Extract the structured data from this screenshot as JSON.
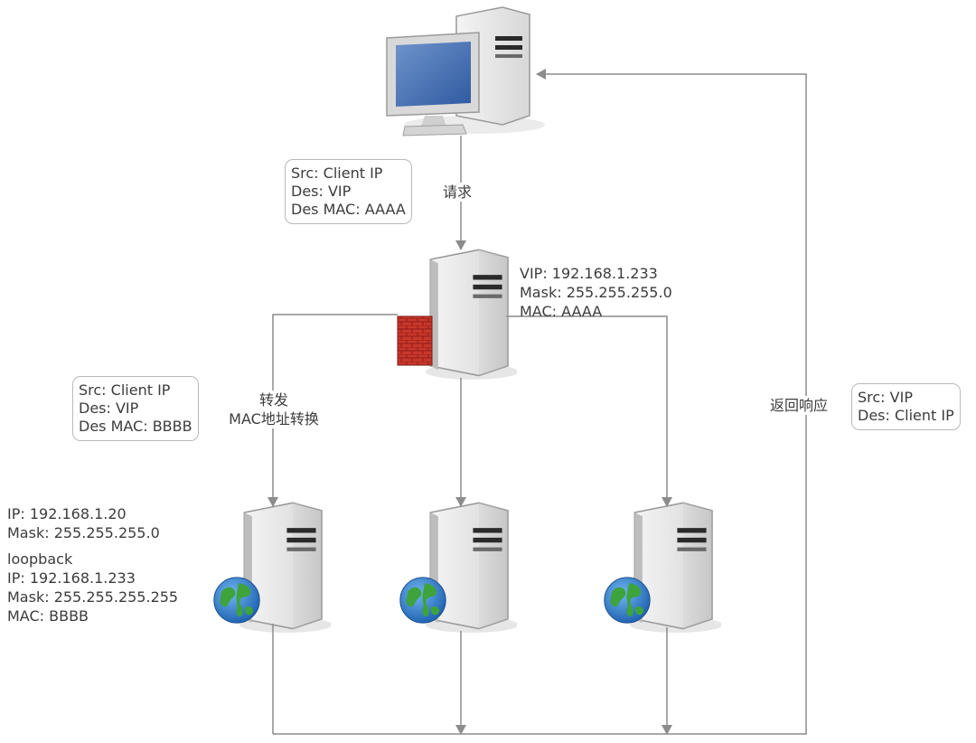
{
  "request_box": [
    "Src: Client IP",
    "Des: VIP",
    "Des MAC: AAAA"
  ],
  "request_label": "请求",
  "lb_info": [
    "VIP: 192.168.1.233",
    "Mask: 255.255.255.0",
    "MAC: AAAA"
  ],
  "forward_box": [
    "Src: Client IP",
    "Des: VIP",
    "Des MAC: BBBB"
  ],
  "forward_label": [
    "转发",
    "MAC地址转换"
  ],
  "return_label": "返回响应",
  "return_box": [
    "Src: VIP",
    "Des: Client IP"
  ],
  "rs1_info": [
    "IP: 192.168.1.20",
    "Mask: 255.255.255.0",
    "",
    "loopback",
    "IP: 192.168.1.233",
    "Mask: 255.255.255.255",
    "MAC: BBBB"
  ],
  "colors": {
    "line": "#8c8c8c",
    "box_border": "#b9b9b9",
    "text": "#3c3c3c"
  }
}
